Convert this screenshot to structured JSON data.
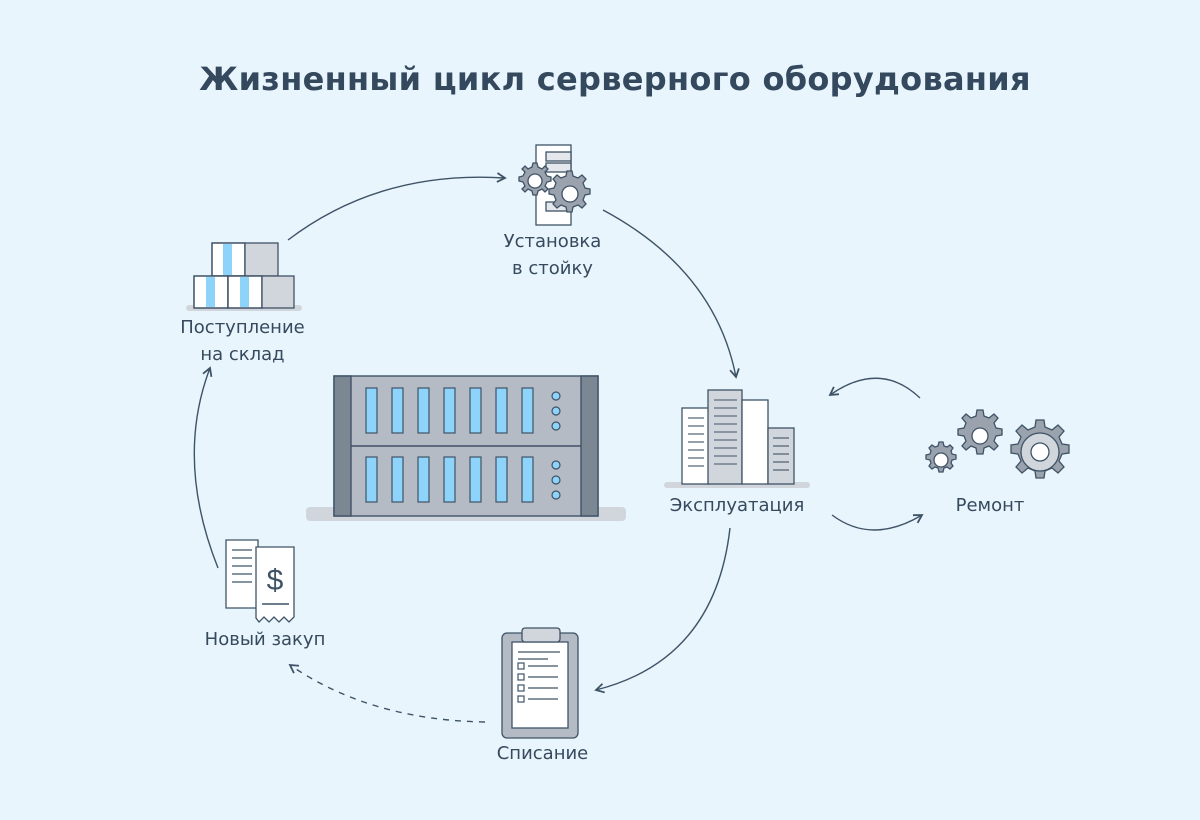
{
  "title": "Жизненный цикл серверного оборудования",
  "stages": {
    "warehouse": "Поступление\nна склад",
    "install": "Установка\nв стойку",
    "operation": "Эксплуатация",
    "repair": "Ремонт",
    "writeoff": "Списание",
    "purchase": "Новый закуп"
  },
  "receipt_symbol": "$",
  "icons": {
    "warehouse": "boxes-icon",
    "install": "rack-gears-icon",
    "operation": "buildings-icon",
    "repair": "gears-icon",
    "writeoff": "clipboard-checklist-icon",
    "purchase": "receipt-dollar-icon",
    "center": "server-rack-icon"
  },
  "colors": {
    "background": "#e8f5fd",
    "title": "#35495e",
    "stroke": "#3f5366",
    "accent": "#8ed3fa",
    "metal": "#b4bbc4",
    "dark_metal": "#7c8794",
    "shadow": "#d1d6dc"
  }
}
